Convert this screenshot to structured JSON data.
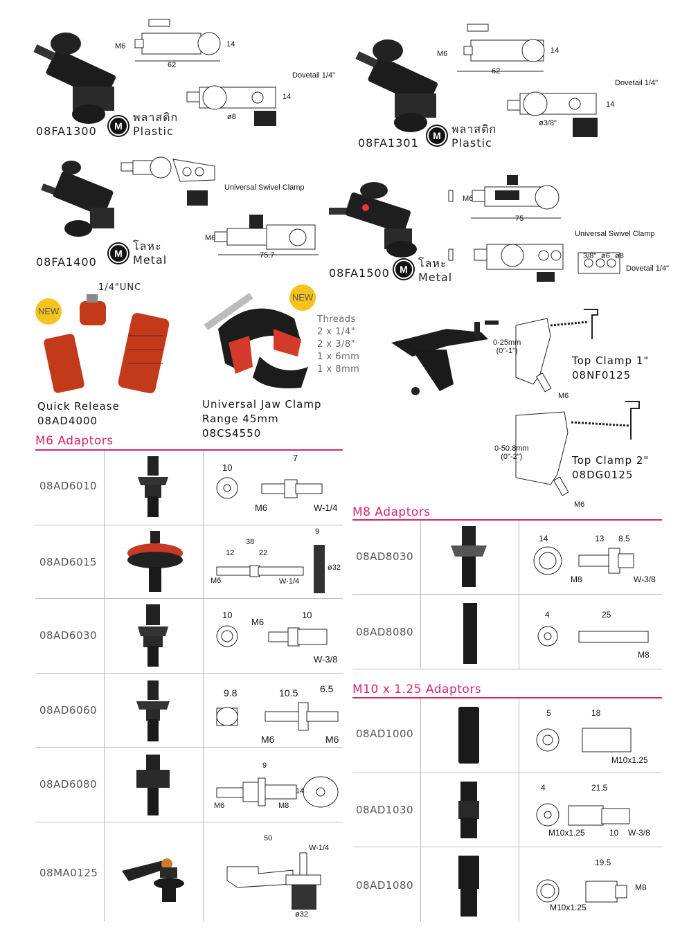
{
  "products": {
    "p1": {
      "code": "08FA1300",
      "badge": "M",
      "thai": "พลาสติก",
      "material": "Plastic",
      "dims": [
        "M6",
        "62",
        "14",
        "Dovetail 1/4\"",
        "14",
        "ø8"
      ]
    },
    "p2": {
      "code": "08FA1301",
      "badge": "M",
      "thai": "พลาสติก",
      "material": "Plastic",
      "dims": [
        "M6",
        "62",
        "14",
        "Dovetail 1/4\"",
        "14",
        "ø3/8\""
      ]
    },
    "p3": {
      "code": "08FA1400",
      "badge": "M",
      "thai": "โลหะ",
      "material": "Metal",
      "dims": [
        "Universal Swivel Clamp",
        "M6",
        "75.7"
      ]
    },
    "p4": {
      "code": "08FA1500",
      "badge": "M",
      "thai": "โลหะ",
      "material": "Metal",
      "dims": [
        "M6",
        "75",
        "Universal Swivel Clamp",
        "3/8\"",
        "ø6",
        "ø8",
        "Dovetail 1/4\""
      ]
    }
  },
  "quick_release": {
    "unc": "1/4\"UNC",
    "new": "NEW",
    "name": "Quick Release",
    "code": "08AD4000"
  },
  "jaw_clamp": {
    "new": "NEW",
    "name": "Universal Jaw Clamp",
    "range": "Range 45mm",
    "code": "08CS4550",
    "threads": [
      "Threads",
      "2 x 1/4\"",
      "2 x 3/8\"",
      "1 x 6mm",
      "1 x 8mm"
    ]
  },
  "top_clamp1": {
    "name": "Top Clamp 1\"",
    "code": "08NF0125",
    "range": "0-25mm",
    "range_in": "(0\"-1\")",
    "thread": "M6"
  },
  "top_clamp2": {
    "name": "Top Clamp 2\"",
    "code": "08DG0125",
    "range": "0-50.8mm",
    "range_in": "(0\"-2\")",
    "thread": "M6"
  },
  "m6": {
    "title": "M6 Adaptors",
    "rows": [
      {
        "code": "08AD6010",
        "dims": [
          "10",
          "7",
          "M6",
          "W-1/4"
        ]
      },
      {
        "code": "08AD6015",
        "dims": [
          "38",
          "12",
          "22",
          "M6",
          "W-1/4",
          "9",
          "ø32"
        ]
      },
      {
        "code": "08AD6030",
        "dims": [
          "10",
          "M6",
          "10",
          "W-3/8"
        ]
      },
      {
        "code": "08AD6060",
        "dims": [
          "9.8",
          "10.5",
          "6.5",
          "M6",
          "M6"
        ]
      },
      {
        "code": "08AD6080",
        "dims": [
          "9",
          "14",
          "M6",
          "M8"
        ]
      },
      {
        "code": "08MA0125",
        "dims": [
          "50",
          "W-1/4",
          "ø32"
        ]
      }
    ]
  },
  "m8": {
    "title": "M8 Adaptors",
    "rows": [
      {
        "code": "08AD8030",
        "dims": [
          "14",
          "13",
          "8.5",
          "M8",
          "W-3/8"
        ]
      },
      {
        "code": "08AD8080",
        "dims": [
          "4",
          "25",
          "M8"
        ]
      }
    ]
  },
  "m10": {
    "title": "M10 x 1.25 Adaptors",
    "rows": [
      {
        "code": "08AD1000",
        "dims": [
          "5",
          "18",
          "M10x1.25"
        ]
      },
      {
        "code": "08AD1030",
        "dims": [
          "4",
          "21.5",
          "M10x1.25",
          "10",
          "W-3/8"
        ]
      },
      {
        "code": "08AD1080",
        "dims": [
          "19.5",
          "M8",
          "M10x1.25"
        ]
      }
    ]
  }
}
